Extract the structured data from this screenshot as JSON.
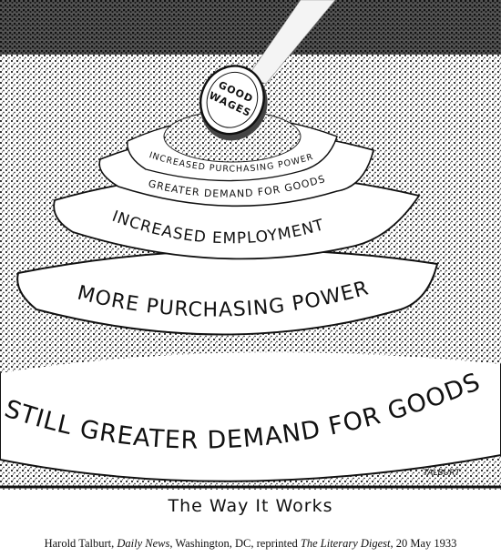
{
  "cartoon": {
    "coin_text_top": "GOOD",
    "coin_text_bottom": "WAGES",
    "rings": [
      "INCREASED PURCHASING POWER",
      "GREATER DEMAND FOR GOODS",
      "INCREASED EMPLOYMENT",
      "MORE PURCHASING POWER",
      "STILL GREATER DEMAND FOR GOODS"
    ],
    "signature": "TALBURT"
  },
  "caption": {
    "title": "The Way It Works",
    "credit_author": "Harold Talburt, ",
    "credit_paper": "Daily News",
    "credit_place": ", Washington, DC, reprinted ",
    "credit_magazine": "The Literary Digest",
    "credit_date": ", 20 May 1933"
  },
  "colors": {
    "ink": "#111111",
    "paper": "#ffffff",
    "shade": "#3a3a3a"
  }
}
